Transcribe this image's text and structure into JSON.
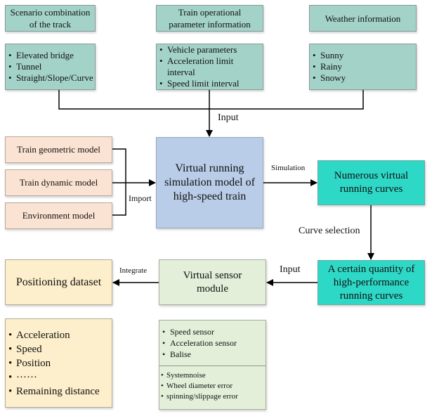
{
  "top_row": [
    {
      "header": "Scenario combination of the track",
      "items": [
        "Elevated bridge",
        "Tunnel",
        "Straight/Slope/Curve"
      ]
    },
    {
      "header": "Train operational parameter information",
      "items": [
        "Vehicle parameters",
        "Acceleration limit interval",
        "Speed limit interval"
      ]
    },
    {
      "header": "Weather information",
      "items": [
        "Sunny",
        "Rainy",
        "Snowy"
      ]
    }
  ],
  "models": [
    "Train geometric model",
    "Train dynamic model",
    "Environment model"
  ],
  "simulation_model": "Virtual running simulation model of high-speed train",
  "numerous_curves": "Numerous virtual running curves",
  "selected_curves": "A certain quantity of high-performance running curves",
  "virtual_sensor": "Virtual sensor module",
  "positioning_dataset": "Positioning dataset",
  "dataset_items": [
    "Acceleration",
    "Speed",
    "Position",
    "······",
    "Remaining distance"
  ],
  "sensor_items": [
    "Speed sensor",
    "Acceleration sensor",
    "Balise"
  ],
  "error_items": [
    "Systemnoise",
    "Wheel diameter error",
    "spinning/slippage error"
  ],
  "edge_labels": {
    "input_top": "Input",
    "import": "Import",
    "simulation": "Simulation",
    "curve_selection": "Curve selection",
    "input_bottom": "Input",
    "integrate": "Integrate"
  }
}
